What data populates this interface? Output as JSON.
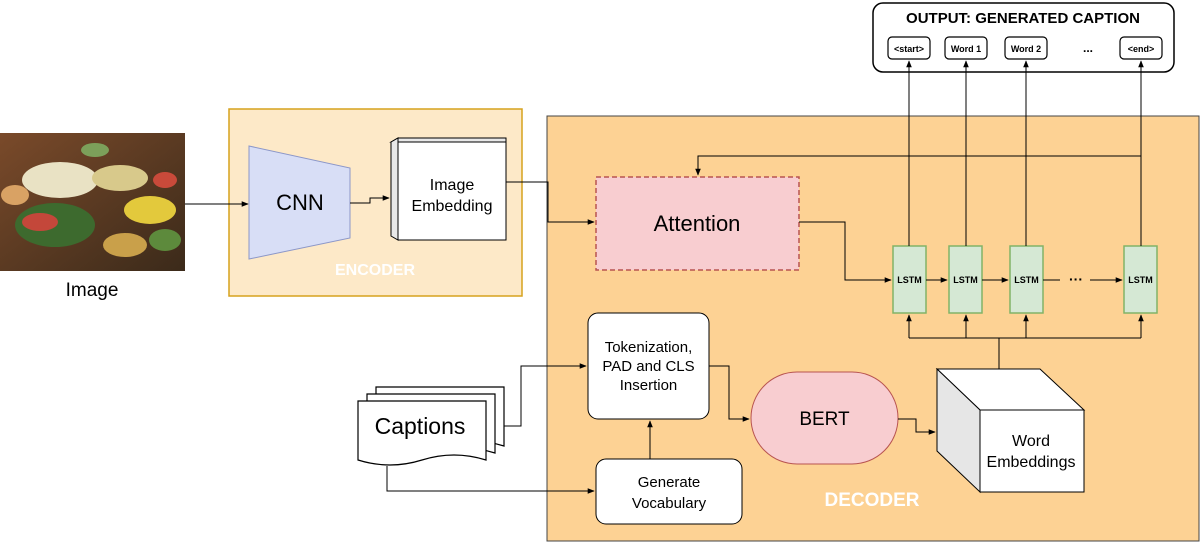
{
  "image_label": "Image",
  "encoder": {
    "title": "ENCODER",
    "cnn": "CNN",
    "embedding_line1": "Image",
    "embedding_line2": "Embedding"
  },
  "decoder": {
    "title": "DECODER",
    "attention": "Attention",
    "lstm_label": "LSTM",
    "lstm_ellipsis": "···",
    "tokenization_line1": "Tokenization,",
    "tokenization_line2": "PAD and CLS",
    "tokenization_line3": "Insertion",
    "vocab_line1": "Generate",
    "vocab_line2": "Vocabulary",
    "bert": "BERT",
    "word_emb_line1": "Word",
    "word_emb_line2": "Embeddings"
  },
  "captions_label": "Captions",
  "output": {
    "title": "OUTPUT: GENERATED CAPTION",
    "tokens": [
      "<start>",
      "Word 1",
      "Word 2",
      "...",
      "<end>"
    ]
  },
  "colors": {
    "encoder_fill": "#fde9c8",
    "encoder_border": "#d6a21d",
    "decoder_fill": "#fdd294",
    "attention_fill": "#f8cdd0",
    "attention_border": "#b85450",
    "cnn_fill": "#d8def6",
    "lstm_fill": "#d5e8d4",
    "lstm_border": "#82b366",
    "bert_fill": "#f8cdd0"
  }
}
